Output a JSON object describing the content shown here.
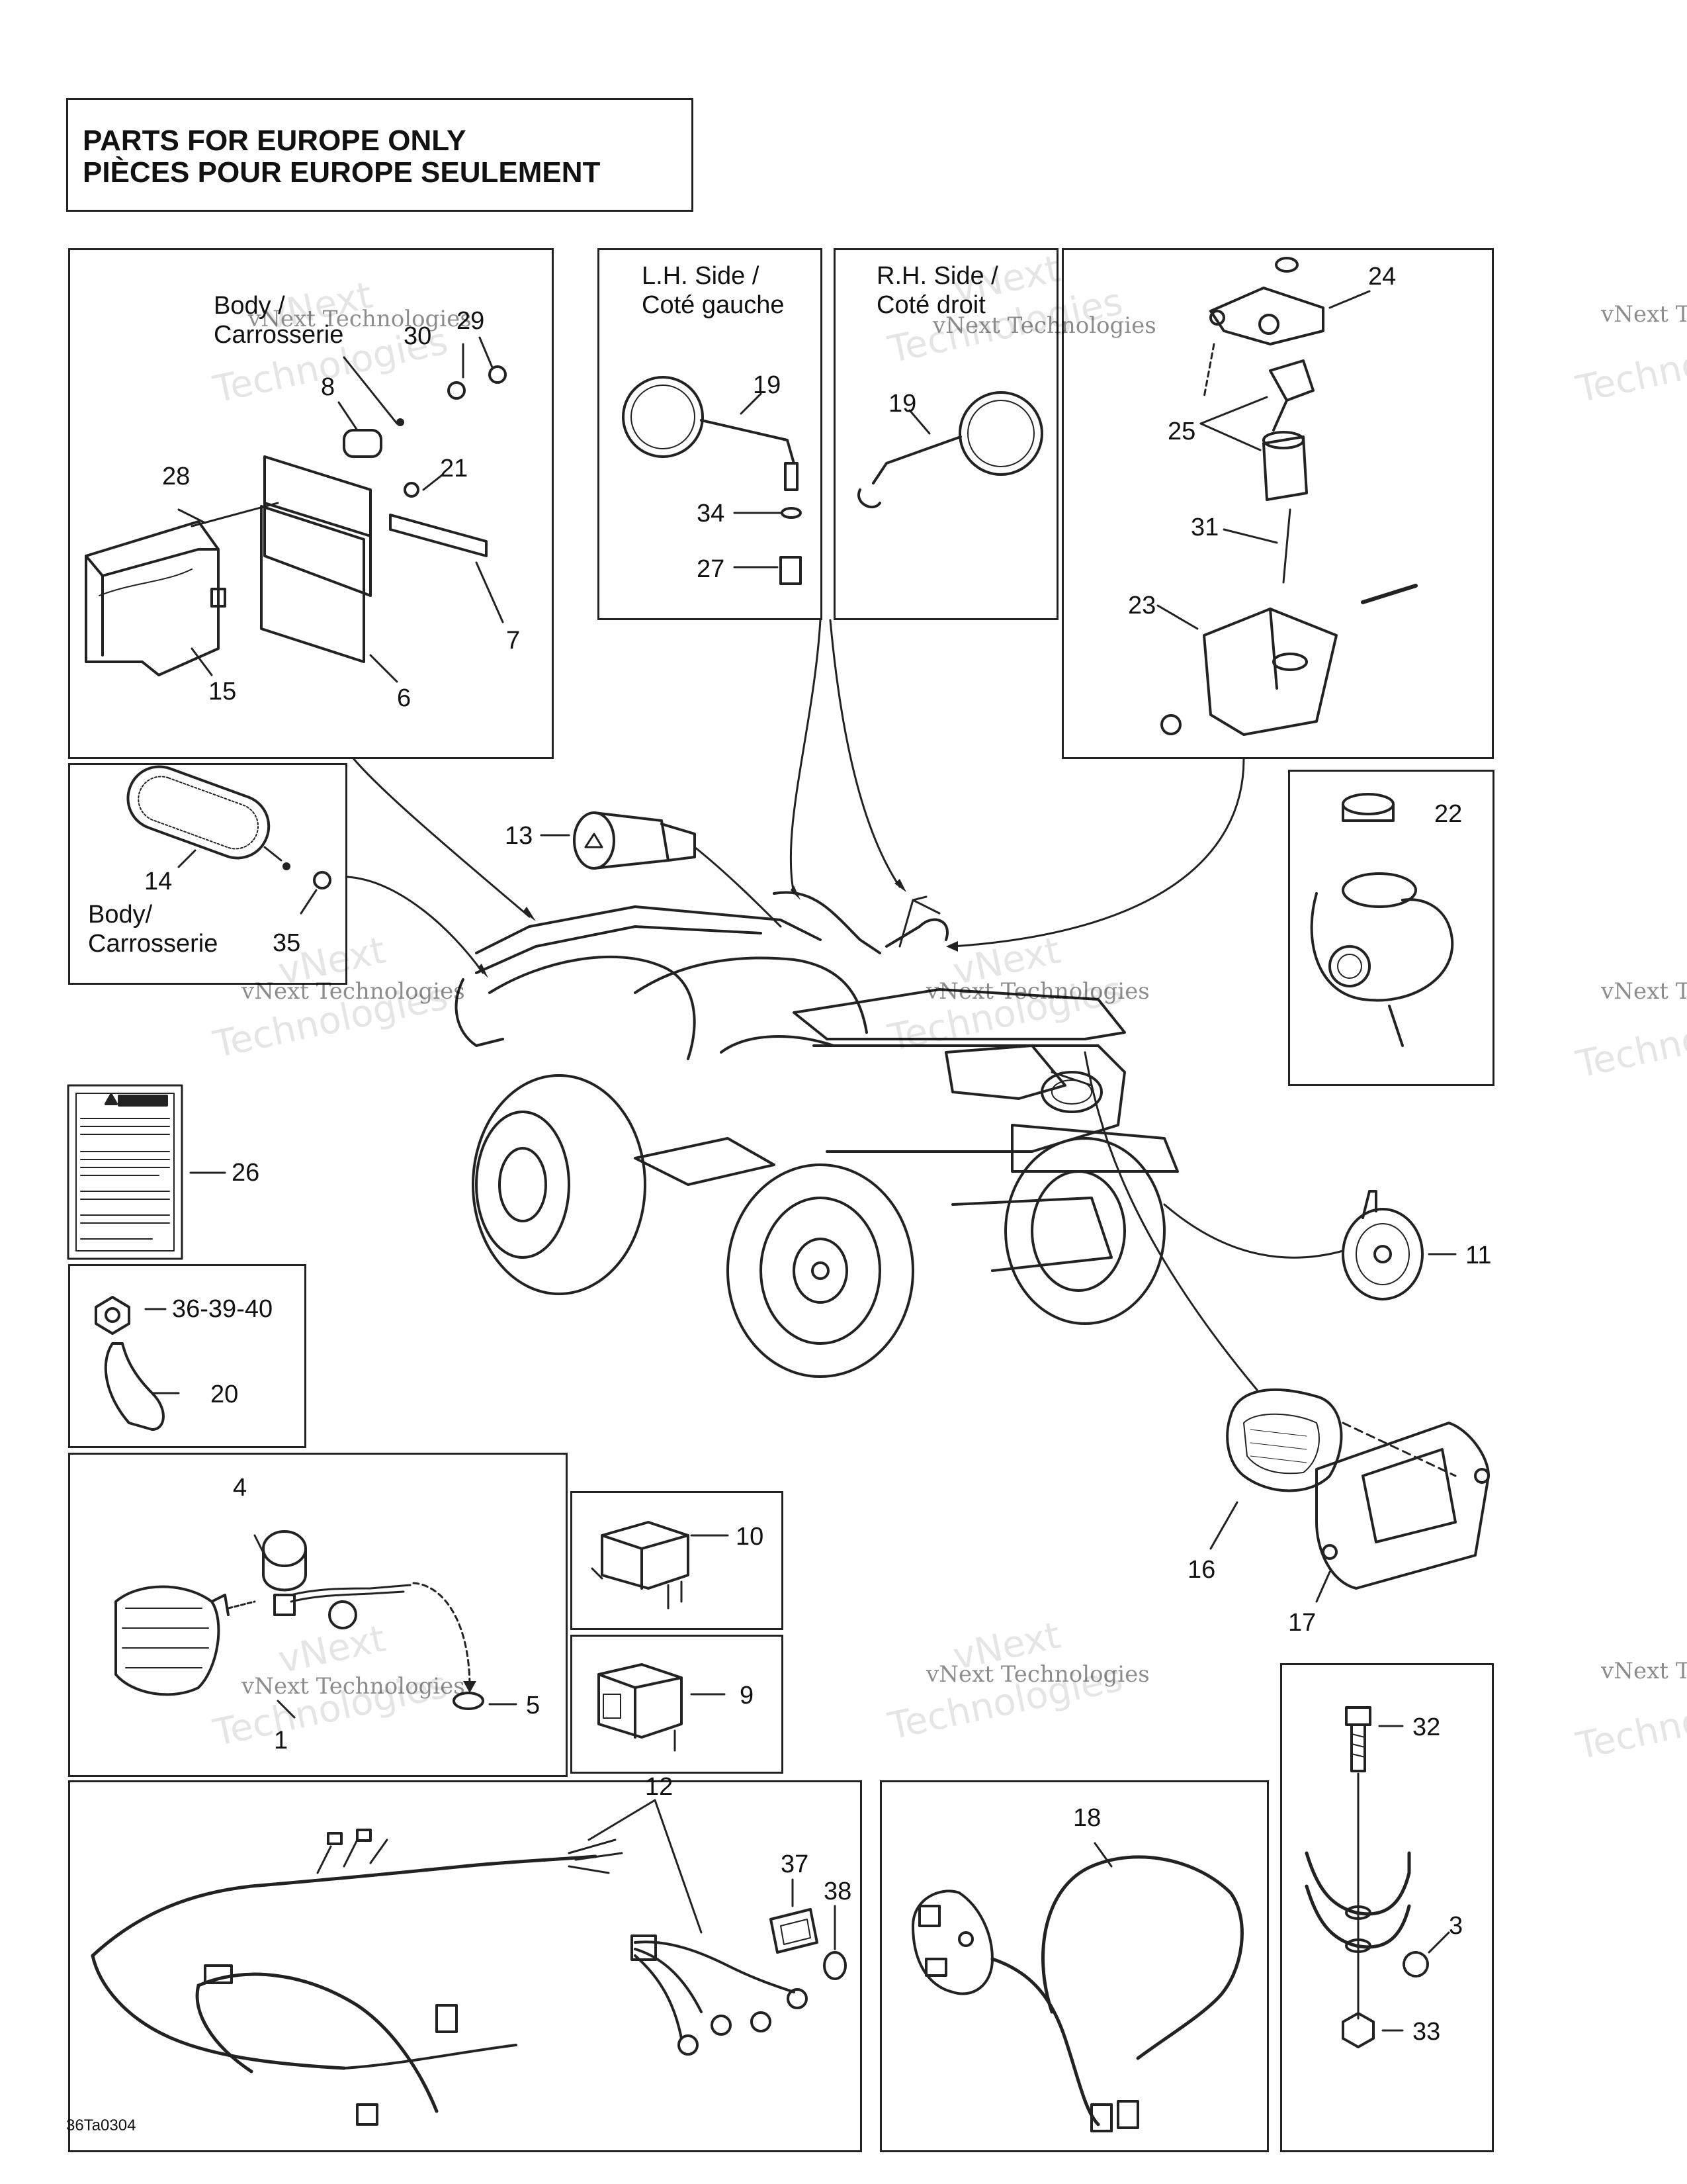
{
  "title": {
    "line1": "PARTS FOR EUROPE ONLY",
    "line2": "PIÈCES POUR EUROPE SEULEMENT"
  },
  "labels": {
    "body_carrosserie_1": "Body /\nCarrosserie",
    "body_carrosserie_2": "Body/\nCarrosserie",
    "lh_side": "L.H. Side /\nCoté gauche",
    "rh_side": "R.H. Side /\nCoté droit"
  },
  "part_numbers": {
    "p29": "29",
    "p30": "30",
    "p8": "8",
    "p21": "21",
    "p28": "28",
    "p7": "7",
    "p15": "15",
    "p6": "6",
    "p19a": "19",
    "p34": "34",
    "p27": "27",
    "p19b": "19",
    "p24": "24",
    "p25": "25",
    "p31": "31",
    "p23": "23",
    "p13": "13",
    "p14": "14",
    "p35": "35",
    "p22": "22",
    "p26": "26",
    "p36": "36-39-40",
    "p20": "20",
    "p11": "11",
    "p4": "4",
    "p5": "5",
    "p1": "1",
    "p10": "10",
    "p9": "9",
    "p16": "16",
    "p17": "17",
    "p32": "32",
    "p3": "3",
    "p33": "33",
    "p12": "12",
    "p37": "37",
    "p38": "38",
    "p18": "18"
  },
  "watermark": {
    "brand": "vNext",
    "word": "Technologies",
    "full": "vNext Technologies"
  },
  "drawing_code": "36Ta0304",
  "colors": {
    "line": "#222222",
    "paper": "#ffffff"
  }
}
